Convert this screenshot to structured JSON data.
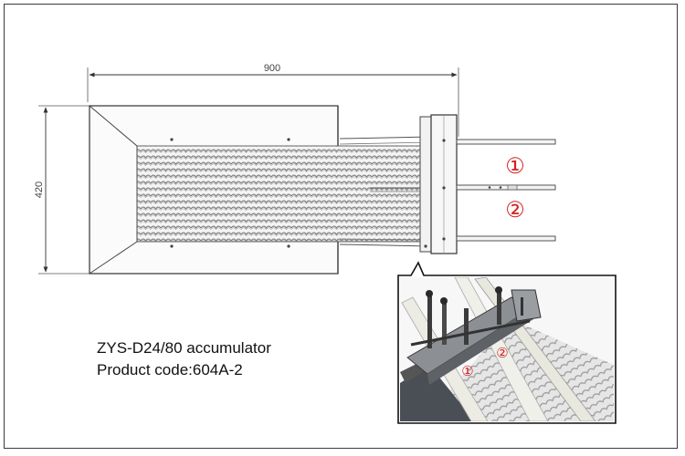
{
  "drawing": {
    "width_dimension": "900",
    "height_dimension": "420",
    "lane_markers": [
      "①",
      "②"
    ],
    "photo_lane_markers": [
      "①",
      "②"
    ]
  },
  "caption": {
    "model": "ZYS-D24/80 accumulator",
    "product_code": "Product code:604A-2"
  },
  "colors": {
    "line": "#333333",
    "marker_red": "#d21f1f",
    "photo_dark": "#3b3b3b"
  }
}
